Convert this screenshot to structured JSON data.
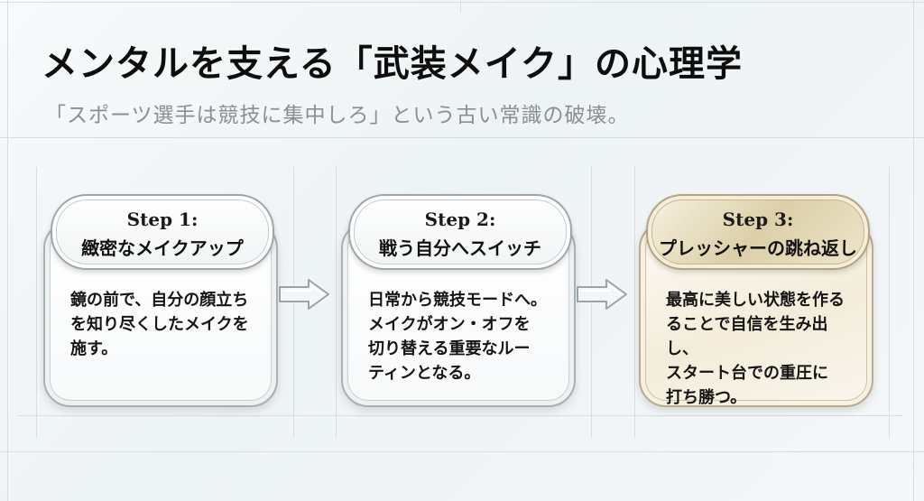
{
  "title": "メンタルを支える「武装メイク」の心理学",
  "subtitle": "「スポーツ選手は競技に集中しろ」という古い常識の破壊。",
  "steps": [
    {
      "step": "Step 1:",
      "name": "緻密なメイクアップ",
      "text": "鏡の前で、自分の顔立ち\nを知り尽くしたメイクを\n施す。"
    },
    {
      "step": "Step 2:",
      "name": "戦う自分へスイッチ",
      "text": "日常から競技モードへ。\nメイクがオン・オフを\n切り替える重要なルー\nティンとなる。"
    },
    {
      "step": "Step 3:",
      "name": "プレッシャーの跳ね返し",
      "text": "最高に美しい状態を作る\nることで自信を生み出し、\nスタート台での重圧に\n打ち勝つ。"
    }
  ],
  "colors": {
    "accent_gold": "#dccfa8",
    "frame_silver": "#a9b0b4",
    "subtitle_gray": "#8a8f92"
  },
  "icons": [
    "right-arrow-icon",
    "right-arrow-icon"
  ]
}
